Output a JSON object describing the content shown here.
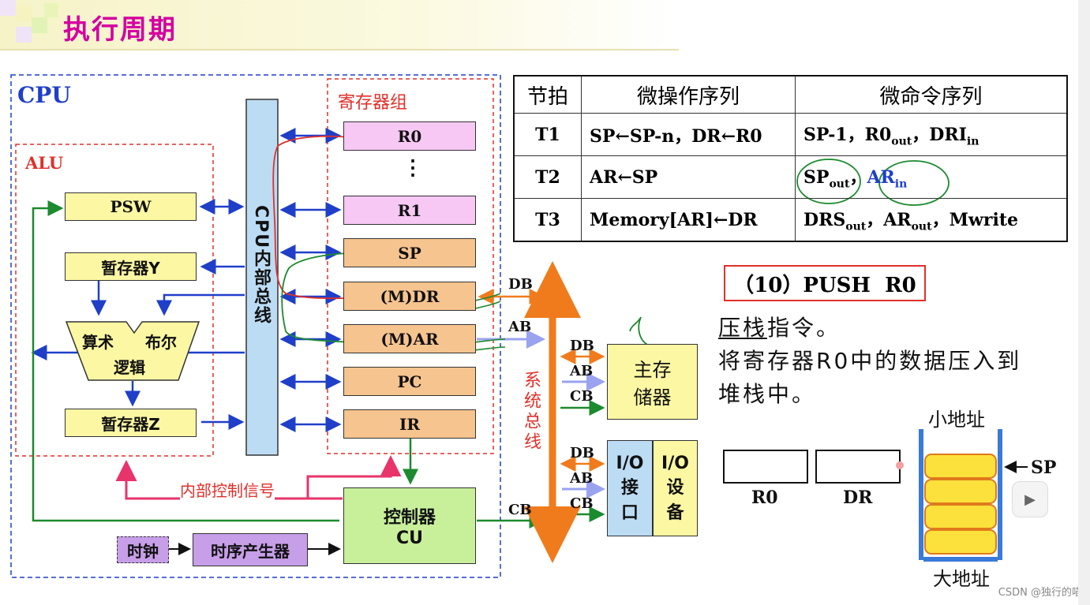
{
  "title": "执行周期",
  "cpu_label": "CPU",
  "alu_label": "ALU",
  "regfile_label": "寄存器组",
  "internal_bus_label": "CPU内部总线",
  "system_bus_label": "系统总线",
  "alu": {
    "psw": "PSW",
    "temp_y": "暂存器Y",
    "logic_left": "算术",
    "logic_right": "布尔",
    "logic_bottom": "逻辑",
    "temp_z": "暂存器Z"
  },
  "registers": {
    "r0": "R0",
    "dots": "⋮",
    "r1": "R1",
    "sp": "SP",
    "mdr": "(M)DR",
    "mar": "(M)AR",
    "pc": "PC",
    "ir": "IR"
  },
  "control": {
    "internal_signal": "内部控制信号",
    "cu_line1": "控制器",
    "cu_line2": "CU",
    "clock": "时钟",
    "timing": "时序产生器"
  },
  "bus_tags": {
    "db": "DB",
    "ab": "AB",
    "cb": "CB"
  },
  "memory": {
    "line1": "主存",
    "line2": "储器"
  },
  "io": {
    "interface_a": "I/O",
    "interface_b": "接",
    "interface_c": "口",
    "device_a": "I/O",
    "device_b": "设",
    "device_c": "备"
  },
  "table": {
    "headers": [
      "节拍",
      "微操作序列",
      "微命令序列"
    ],
    "rows": [
      {
        "beat": "T1",
        "op": "SP←SP-n，DR←R0",
        "cmd": [
          [
            "SP-1，R0",
            "out",
            "，DRI",
            "in"
          ]
        ]
      },
      {
        "beat": "T2",
        "op": "AR←SP",
        "cmd": [
          [
            "SP",
            "out",
            "，",
            ""
          ],
          [
            "AR",
            "in",
            "",
            ""
          ]
        ]
      },
      {
        "beat": "T3",
        "op": "Memory[AR]←DR",
        "cmd": [
          [
            "DRS",
            "out",
            "，AR",
            "out"
          ],
          [
            "，Mwrite",
            "",
            "",
            ""
          ]
        ]
      }
    ]
  },
  "instruction": {
    "label": "（10）PUSH  R0",
    "line1": "压栈指令。",
    "line2": "将寄存器R0中的数据压入到",
    "line3": "堆栈中。"
  },
  "stack": {
    "r0_label": "R0",
    "dr_label": "DR",
    "small_addr": "小地址",
    "large_addr": "大地址",
    "sp_label": "SP",
    "cells": 4
  },
  "watermark": "CSDN @独行的喵",
  "colors": {
    "title": "#d400a0",
    "bus_blue": "#1f3fc9",
    "bus_orange": "#f07b1c",
    "arrow_green": "#1c8a2e",
    "arrow_pink": "#e8336b",
    "dash_red": "#e0302a"
  }
}
